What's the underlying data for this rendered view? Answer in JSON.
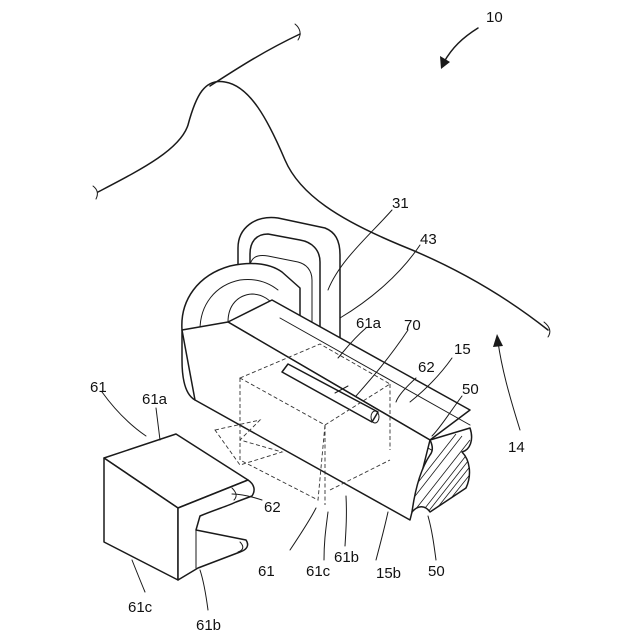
{
  "labels": {
    "l10": "10",
    "l14": "14",
    "l31": "31",
    "l43": "43",
    "l61a_top": "61a",
    "l70": "70",
    "l62_top": "62",
    "l15": "15",
    "l50_top": "50",
    "l61_top": "61",
    "l61a_left": "61a",
    "l62_left": "62",
    "l61_bottom": "61",
    "l61c_left": "61c",
    "l61b_left": "61b",
    "l61c_mid": "61c",
    "l61b_mid": "61b",
    "l15b": "15b",
    "l50_bottom": "50"
  }
}
